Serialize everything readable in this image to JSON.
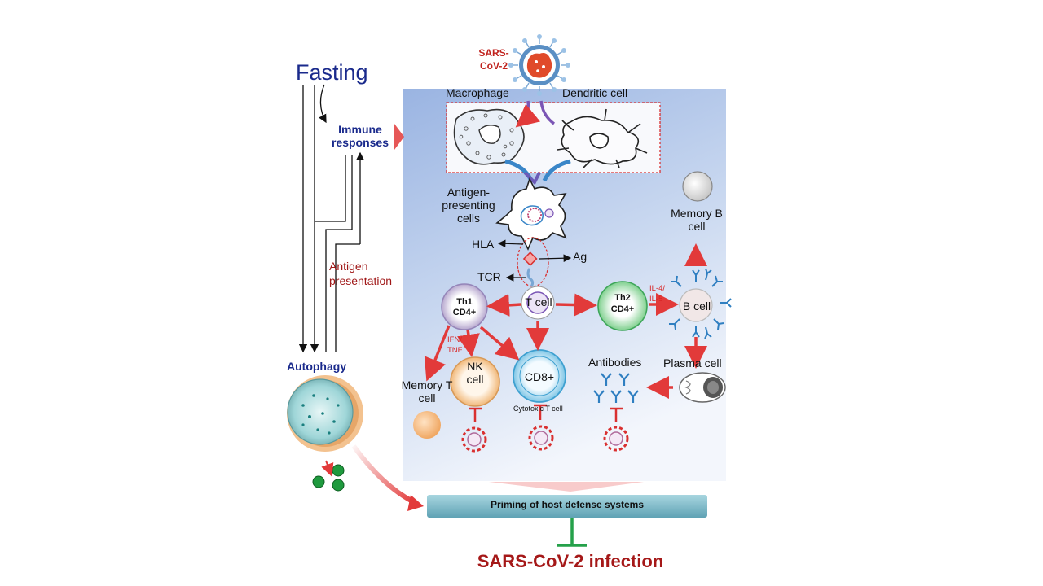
{
  "labels": {
    "fasting": "Fasting",
    "immune_responses": "Immune responses",
    "antigen_presentation": "Antigen presentation",
    "autophagy": "Autophagy",
    "sars_cov2": "SARS-CoV-2",
    "macrophage": "Macrophage",
    "dendritic_cell": "Dendritic cell",
    "apc": "Antigen-presenting cells",
    "hla": "HLA",
    "ag": "Ag",
    "tcr": "TCR",
    "th1": "Th1",
    "th1_cd4": "CD4+",
    "t_cell": "T cell",
    "th2": "Th2",
    "th2_cd4": "CD4+",
    "il4_il5": "IL-4/ IL-5",
    "b_cell": "B cell",
    "memory_b_cell": "Memory B cell",
    "ifn_tnf": "IFN/ TNF",
    "nk_cell": "NK cell",
    "cd8": "CD8+",
    "cytotoxic_t_cell": "Cytotoxic T cell",
    "memory_t_cell": "Memory T cell",
    "antibodies": "Antibodies",
    "plasma_cell": "Plasma cell",
    "priming": "Priming of host defense systems",
    "infection": "SARS-CoV-2 infection"
  },
  "colors": {
    "panel_top": "#9db7e4",
    "panel_bottom": "#f2f6fc",
    "navy_text": "#1a2a8c",
    "red_text": "#a51818",
    "arrow_red": "#e23a3a",
    "inhibit_green": "#25a14a",
    "priming_bar": "#7fb8c6"
  }
}
